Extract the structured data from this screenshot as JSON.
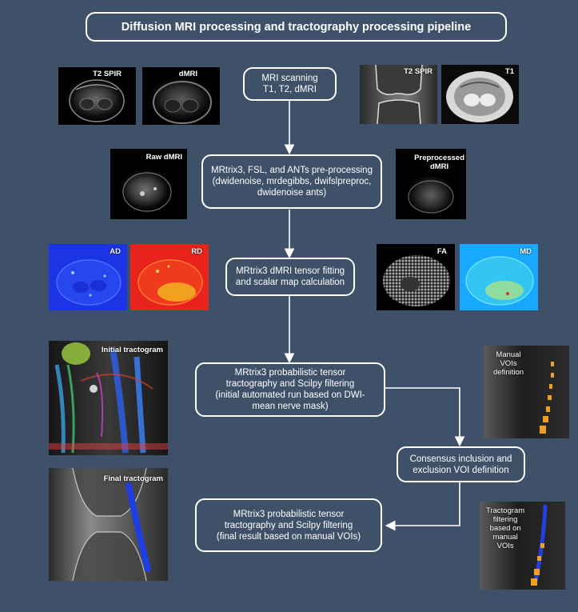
{
  "title": "Diffusion MRI processing and tractography processing pipeline",
  "steps": {
    "s1": [
      "MRI scanning",
      "T1, T2, dMRI"
    ],
    "s2": [
      "MRtrix3, FSL, and ANTs pre-processing",
      "(dwidenoise, mrdegibbs, dwifslpreproc,",
      "dwidenoise ants)"
    ],
    "s3": [
      "MRtrix3 dMRI tensor fitting",
      "and scalar map calculation"
    ],
    "s4": [
      "MRtrix3 probabilistic tensor",
      "tractography and Scilpy filtering",
      "(initial automated run based on DWI-",
      "mean nerve mask)"
    ],
    "s5": [
      "Consensus inclusion and",
      "exclusion VOI definition"
    ],
    "s6": [
      "MRtrix3 probabilistic tensor",
      "tractography and Scilpy filtering",
      "(final result based on manual VOIs)"
    ]
  },
  "images": {
    "t2spir_axial": "T2 SPIR",
    "dmri": "dMRI",
    "t2spir_coronal": "T2 SPIR",
    "t1": "T1",
    "raw_dmri": "Raw dMRI",
    "preprocessed_dmri": [
      "Preprocessed",
      "dMRI"
    ],
    "ad": "AD",
    "rd": "RD",
    "fa": "FA",
    "md": "MD",
    "initial_tractogram": "Initial tractogram",
    "manual_vois": [
      "Manual",
      "VOIs",
      "definition"
    ],
    "final_tractogram": "Final tractogram",
    "tractogram_filtering": [
      "Tractogram",
      "filtering",
      "based on",
      "manual",
      "VOIs"
    ]
  }
}
